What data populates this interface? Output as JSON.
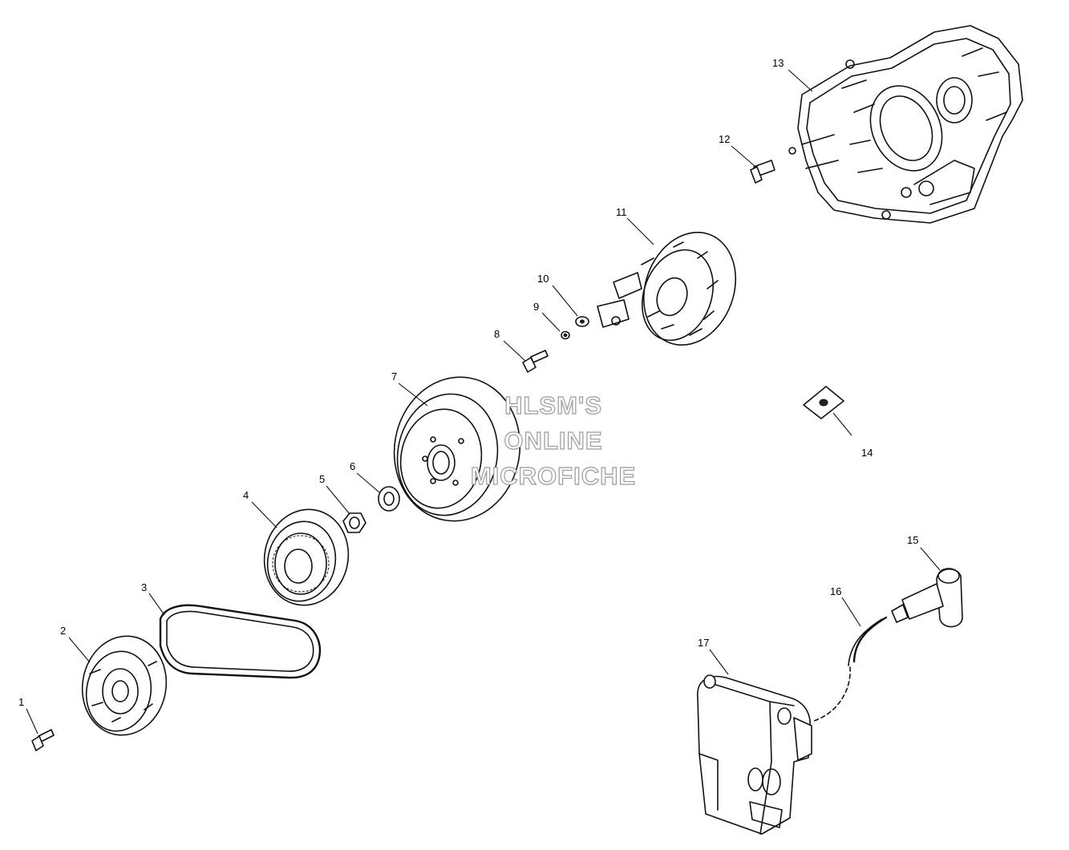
{
  "watermark": {
    "line1": "HLSM'S",
    "line2": "ONLINE",
    "line3": "MICROFICHE"
  },
  "callouts": [
    {
      "number": "1"
    },
    {
      "number": "2"
    },
    {
      "number": "3"
    },
    {
      "number": "4"
    },
    {
      "number": "5"
    },
    {
      "number": "6"
    },
    {
      "number": "7"
    },
    {
      "number": "8"
    },
    {
      "number": "9"
    },
    {
      "number": "10"
    },
    {
      "number": "11"
    },
    {
      "number": "12"
    },
    {
      "number": "13"
    },
    {
      "number": "14"
    },
    {
      "number": "15"
    },
    {
      "number": "16"
    },
    {
      "number": "17"
    }
  ],
  "colors": {
    "line": "#111111",
    "background": "#ffffff",
    "watermark_outline": "#9a9a9a"
  }
}
